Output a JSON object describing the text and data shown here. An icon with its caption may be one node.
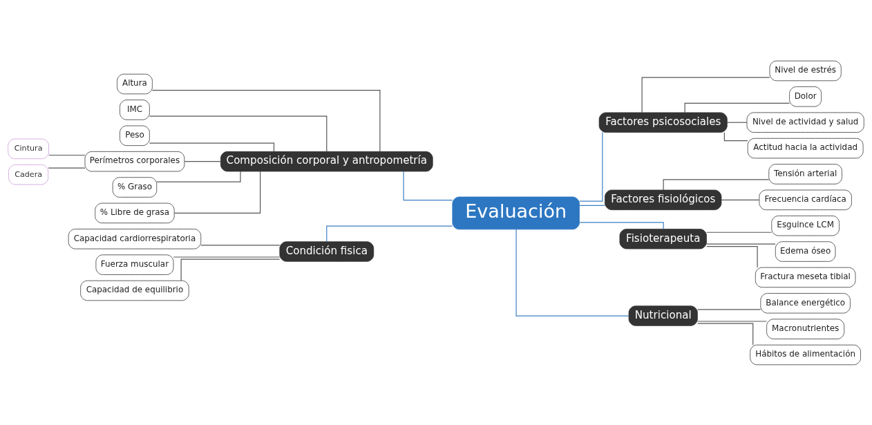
{
  "diagram": {
    "nodes": [
      {
        "text": [
          "Evaluación"
        ]
      },
      {
        "text": [
          "Composición corporal y antropometría"
        ]
      },
      {
        "text": [
          "Altura"
        ]
      },
      {
        "text": [
          "IMC"
        ]
      },
      {
        "text": [
          "Peso"
        ]
      },
      {
        "text": [
          "Perímetros corporales"
        ]
      },
      {
        "text": [
          "Cintura"
        ]
      },
      {
        "text": [
          "Cadera"
        ]
      },
      {
        "text": [
          "% Graso"
        ]
      },
      {
        "text": [
          "% Libre de grasa"
        ]
      },
      {
        "text": [
          "Factores psicosociales"
        ]
      },
      {
        "text": [
          "Nivel de estrés"
        ]
      },
      {
        "text": [
          "Dolor"
        ]
      },
      {
        "text": [
          "Nivel de actividad y salud"
        ]
      },
      {
        "text": [
          "Actitud hacia la actividad"
        ]
      },
      {
        "text": [
          "Factores fisiológicos"
        ]
      },
      {
        "text": [
          "Tensión arterial"
        ]
      },
      {
        "text": [
          "Frecuencia cardíaca"
        ]
      },
      {
        "text": [
          "Fisioterapeuta"
        ]
      },
      {
        "text": [
          "Esguince LCM"
        ]
      },
      {
        "text": [
          "Edema óseo"
        ]
      },
      {
        "text": [
          "Fractura meseta tibial"
        ]
      },
      {
        "text": [
          "Condición fisica"
        ]
      },
      {
        "text": [
          "Capacidad cardiorrespiratoria"
        ]
      },
      {
        "text": [
          "Fuerza muscular"
        ]
      },
      {
        "text": [
          "Capacidad de equilibrio"
        ]
      },
      {
        "text": [
          "Nutricional"
        ]
      },
      {
        "text": [
          "Balance energético"
        ]
      },
      {
        "text": [
          "Macronutrientes"
        ]
      },
      {
        "text": [
          "Hábitos de alimentación"
        ]
      }
    ],
    "edges": [
      {
        "from": 0,
        "to": 1,
        "arrow": "none",
        "color": "#3b7fc4"
      },
      {
        "from": 1,
        "to": 2,
        "arrow": "none"
      },
      {
        "from": 1,
        "to": 3,
        "arrow": "none"
      },
      {
        "from": 1,
        "to": 4,
        "arrow": "none"
      },
      {
        "from": 1,
        "to": 5,
        "arrow": "none"
      },
      {
        "from": 5,
        "to": 6,
        "arrow": "none"
      },
      {
        "from": 5,
        "to": 7,
        "arrow": "none"
      },
      {
        "from": 1,
        "to": 8,
        "arrow": "none"
      },
      {
        "from": 1,
        "to": 9,
        "arrow": "none"
      },
      {
        "from": 0,
        "to": 10,
        "arrow": "none",
        "color": "#3b7fc4"
      },
      {
        "from": 10,
        "to": 11,
        "arrow": "none"
      },
      {
        "from": 10,
        "to": 12,
        "arrow": "none"
      },
      {
        "from": 10,
        "to": 13,
        "arrow": "none"
      },
      {
        "from": 10,
        "to": 14,
        "arrow": "none"
      },
      {
        "from": 0,
        "to": 15,
        "arrow": "none",
        "color": "#3b7fc4"
      },
      {
        "from": 15,
        "to": 16,
        "arrow": "none"
      },
      {
        "from": 15,
        "to": 17,
        "arrow": "none"
      },
      {
        "from": 0,
        "to": 18,
        "arrow": "none",
        "color": "#3b7fc4"
      },
      {
        "from": 18,
        "to": 19,
        "arrow": "none"
      },
      {
        "from": 18,
        "to": 20,
        "arrow": "none"
      },
      {
        "from": 18,
        "to": 21,
        "arrow": "none"
      },
      {
        "from": 0,
        "to": 22,
        "arrow": "none",
        "color": "#3b7fc4"
      },
      {
        "from": 22,
        "to": 23,
        "arrow": "none"
      },
      {
        "from": 22,
        "to": 24,
        "arrow": "none"
      },
      {
        "from": 22,
        "to": 25,
        "arrow": "none"
      },
      {
        "from": 0,
        "to": 26,
        "arrow": "none",
        "color": "#3b7fc4"
      },
      {
        "from": 26,
        "to": 27,
        "arrow": "none"
      },
      {
        "from": 26,
        "to": 28,
        "arrow": "none"
      },
      {
        "from": 26,
        "to": 29,
        "arrow": "none"
      }
    ]
  }
}
